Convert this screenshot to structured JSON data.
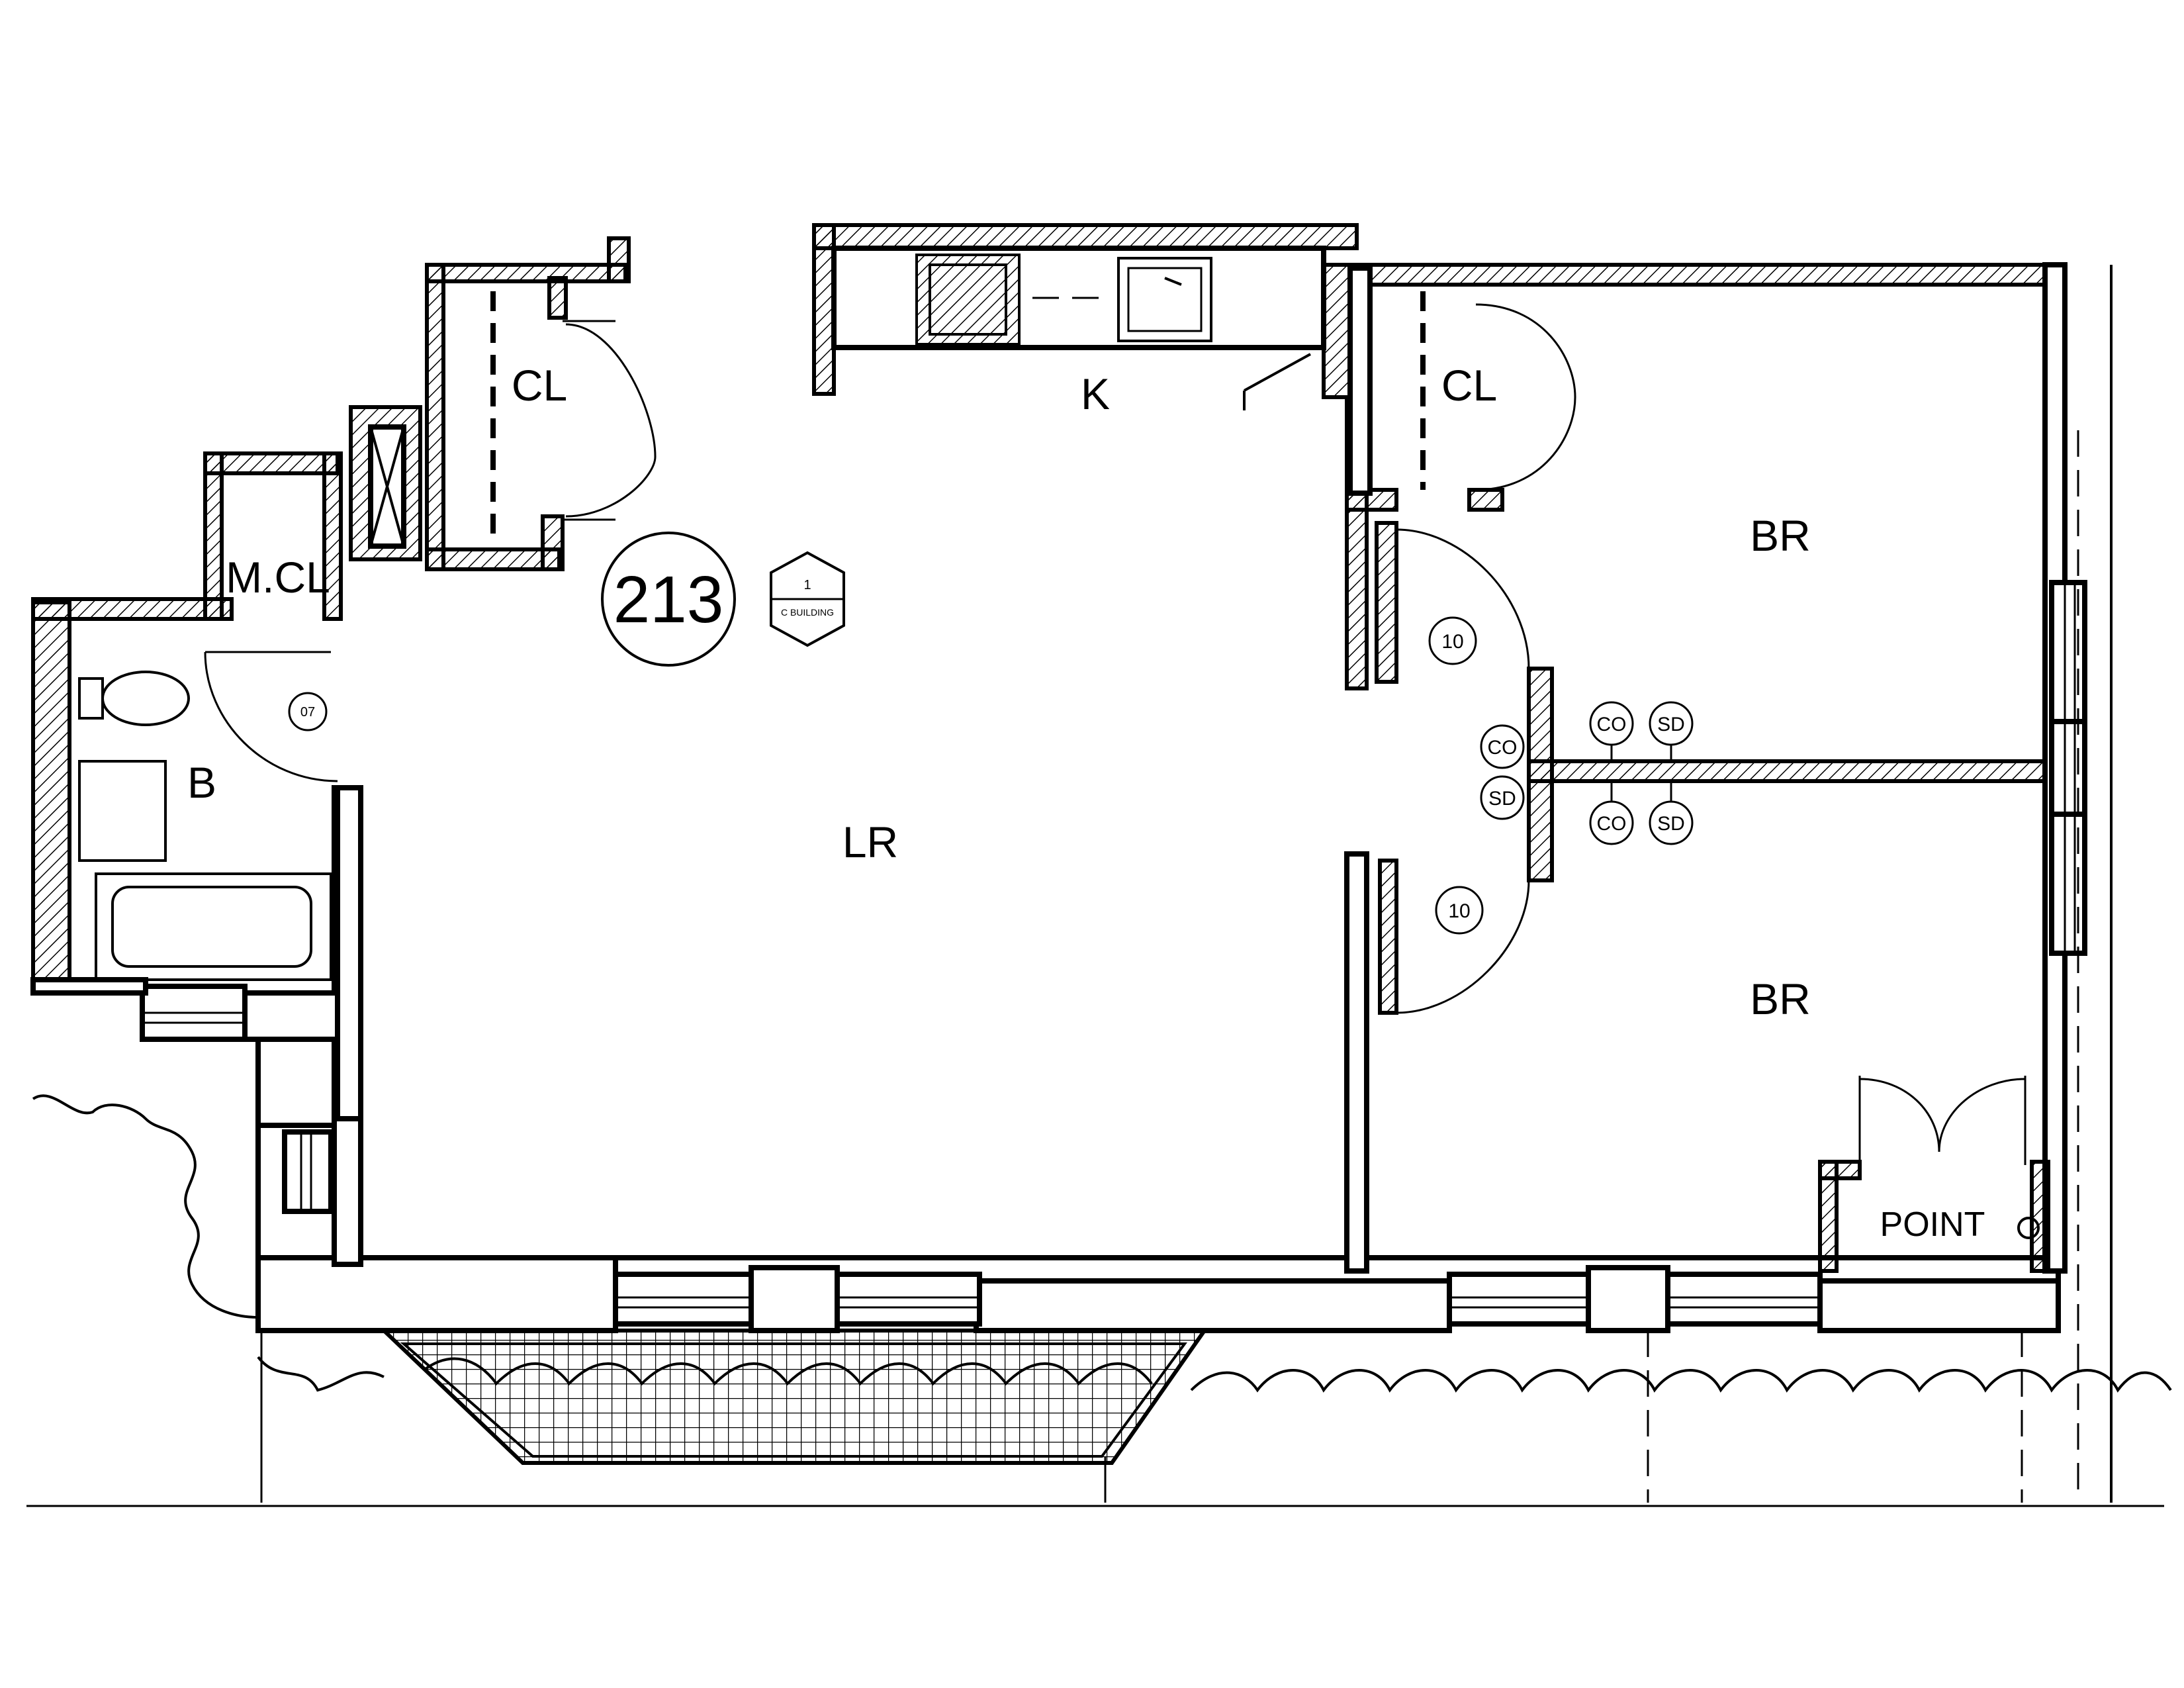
{
  "rooms": {
    "living_room": "LR",
    "kitchen": "K",
    "bath": "B",
    "closet_left": "CL",
    "closet_right": "CL",
    "media_closet": "M.CL",
    "bedroom_upper": "BR",
    "bedroom_lower": "BR"
  },
  "unit": {
    "number": "213",
    "building_tag_number": "1",
    "building_tag_text": "C BUILDING"
  },
  "symbols": {
    "co": "CO",
    "sd": "SD",
    "door_tag_upper": "10",
    "door_tag_lower": "10",
    "door_tag_bath": "07",
    "point_label": "POINT"
  }
}
